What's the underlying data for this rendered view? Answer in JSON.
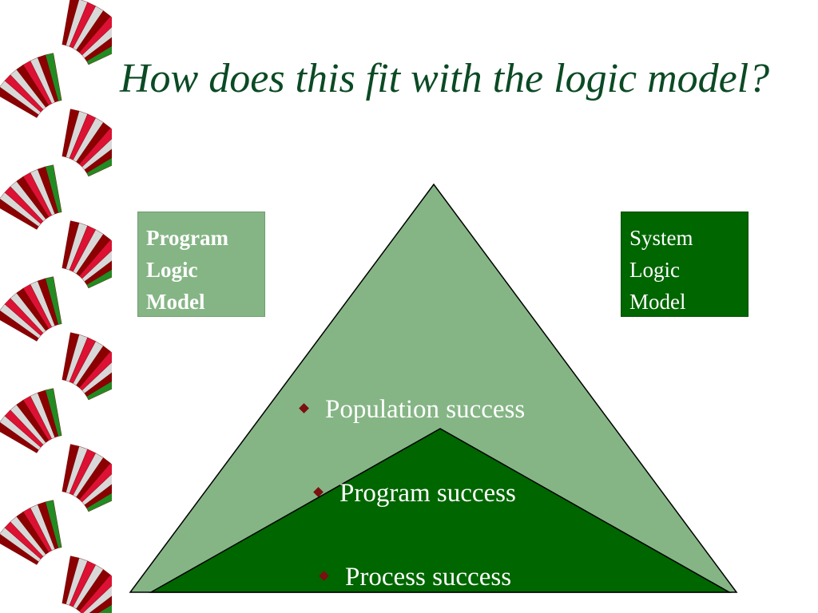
{
  "slide": {
    "title": "How does this fit with the logic model?"
  },
  "boxes": {
    "program": {
      "lines": [
        "Program",
        "Logic",
        "Model"
      ]
    },
    "system": {
      "lines": [
        "System",
        "Logic",
        "Model"
      ]
    }
  },
  "pyramid": {
    "levels": [
      {
        "label": "Population success"
      },
      {
        "label": "Program success"
      },
      {
        "label": "Process success"
      }
    ],
    "colors": {
      "outer": "#85b585",
      "inner": "#006600",
      "bullet": "#7a1010"
    }
  },
  "border": {
    "colors": [
      "#8b0000",
      "#d8d8d8",
      "#dd1133",
      "#228b22"
    ]
  }
}
